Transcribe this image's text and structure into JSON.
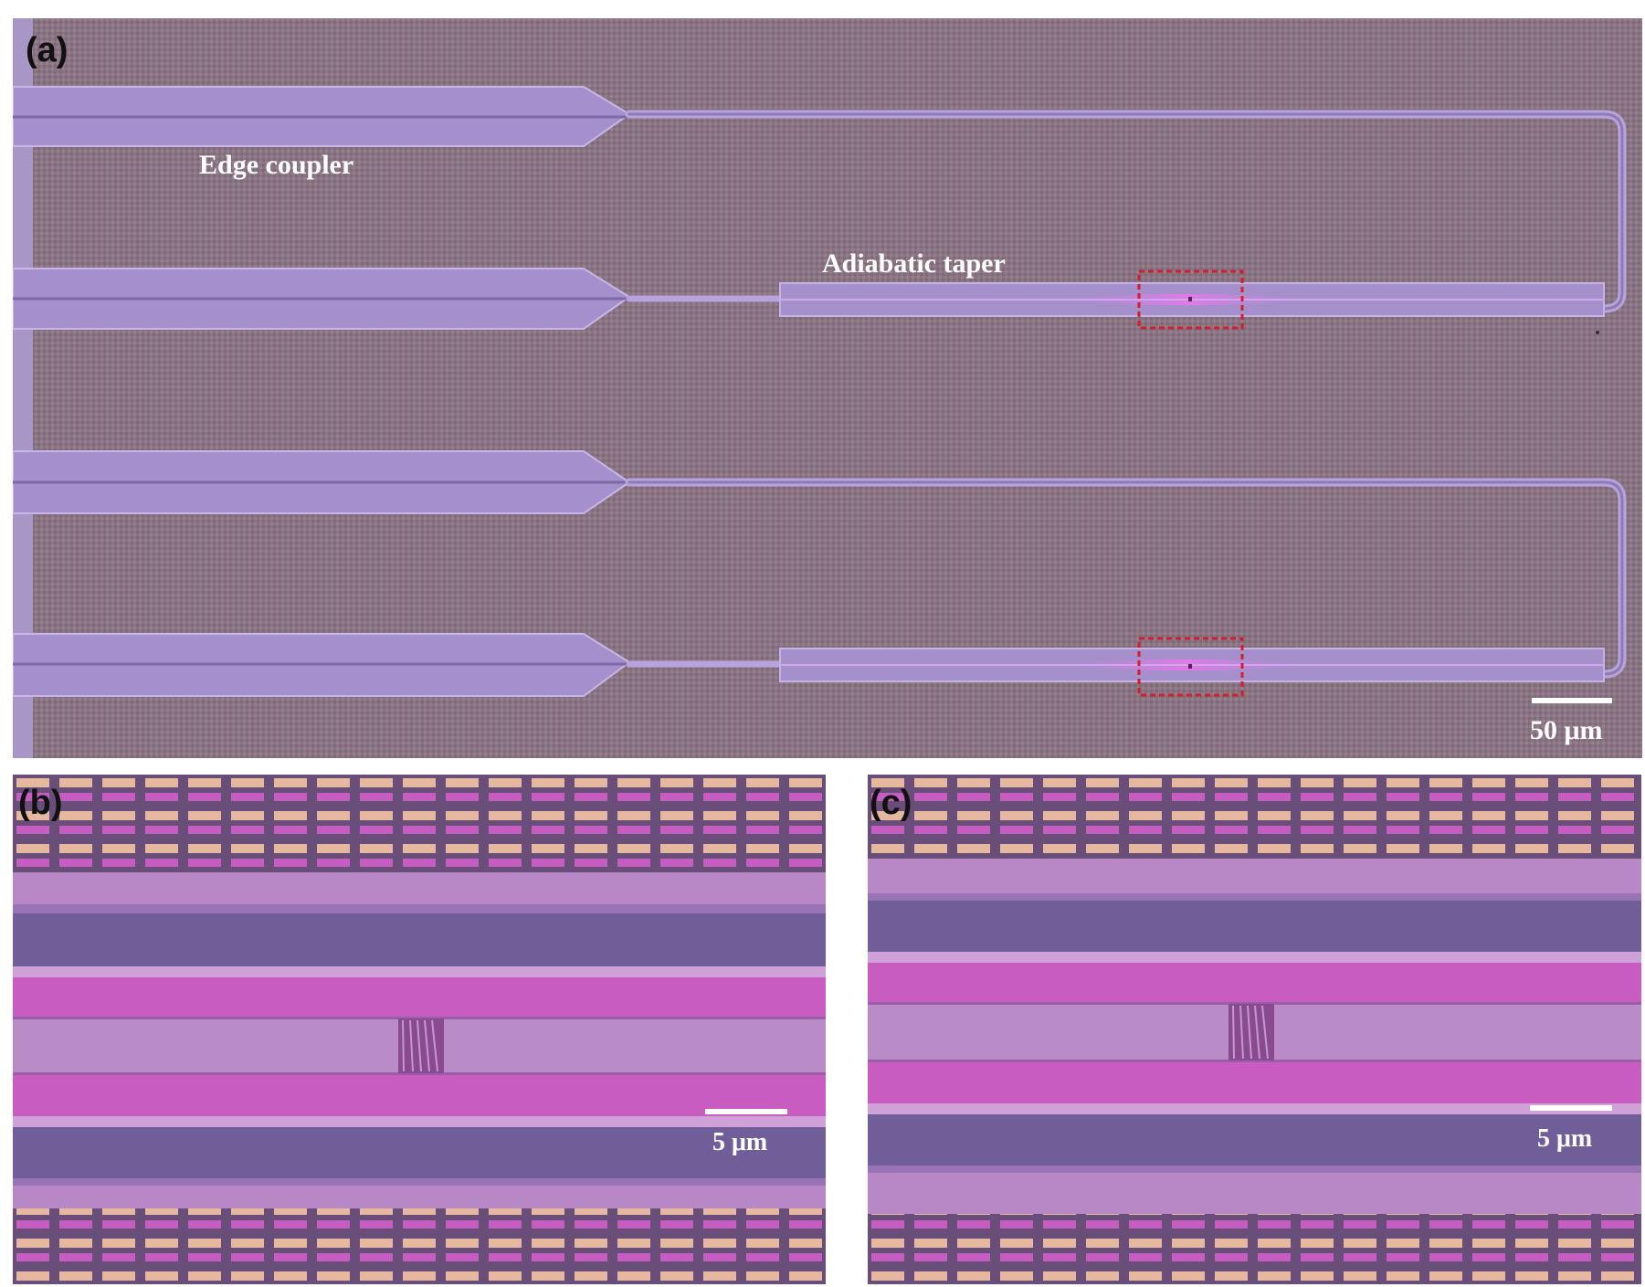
{
  "panels": {
    "a": {
      "label": "(a)",
      "annotations": {
        "edge_coupler": "Edge coupler",
        "adiabatic_taper": "Adiabatic taper"
      },
      "scale_bar": "50 μm"
    },
    "b": {
      "label": "(b)",
      "scale_bar": "5 μm"
    },
    "c": {
      "label": "(c)",
      "scale_bar": "5 μm"
    }
  },
  "colors": {
    "substrate": "#8a7383",
    "waveguide": "#a28bc4",
    "waveguide_edge": "#c0b0e0",
    "highlight_box": "#d21e2a",
    "taper_core": "#d070d8",
    "zoom_pink": "#c85cc0",
    "zoom_dark": "#6f5e98",
    "zoom_light": "#b98cc8",
    "pad_gold": "#e6b8a0"
  }
}
